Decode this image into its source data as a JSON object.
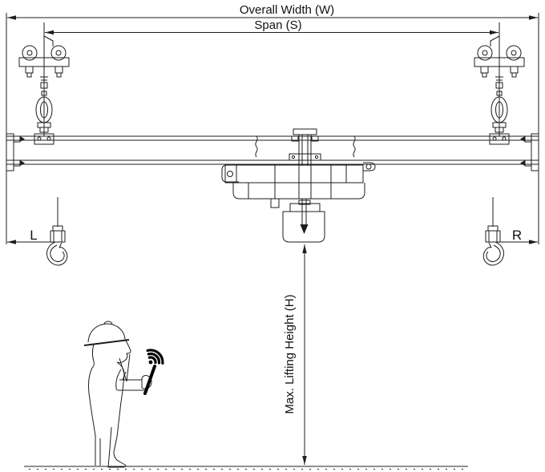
{
  "diagram": {
    "type": "suspension-crane-dimension-drawing",
    "background_color": "#ffffff",
    "line_color": "#1d1d1d",
    "signal_color": "#000000",
    "labels": {
      "overall_width": "Overall Width (W)",
      "span": "Span (S)",
      "left_hook_offset": "L",
      "right_hook_offset": "R",
      "max_lifting_height": "Max. Lifting Height (H)"
    },
    "icons": {
      "remote_signal": "wifi-signal-icon"
    }
  }
}
